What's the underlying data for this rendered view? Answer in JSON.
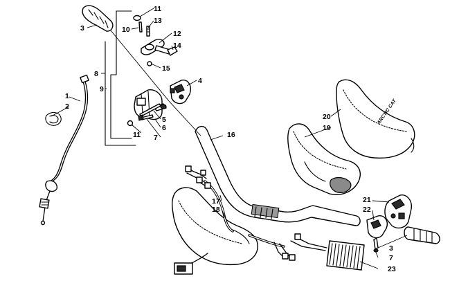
{
  "diagram": {
    "type": "exploded-parts-diagram",
    "colors": {
      "line": "#000000",
      "background": "#ffffff",
      "shade": "#2a2a2a"
    },
    "callouts": {
      "c1": "1",
      "c2": "2",
      "c3a": "3",
      "c3b": "3",
      "c4": "4",
      "c5": "5",
      "c6": "6",
      "c7a": "7",
      "c7b": "7",
      "c8": "8",
      "c9": "9",
      "c10": "10",
      "c11a": "11",
      "c11b": "11",
      "c12": "12",
      "c13": "13",
      "c14": "14",
      "c15": "15",
      "c16": "16",
      "c17": "17",
      "c18": "18",
      "c19": "19",
      "c20": "20",
      "c21": "21",
      "c22": "22",
      "c23": "23"
    },
    "logo": "ARCTIC CAT"
  }
}
